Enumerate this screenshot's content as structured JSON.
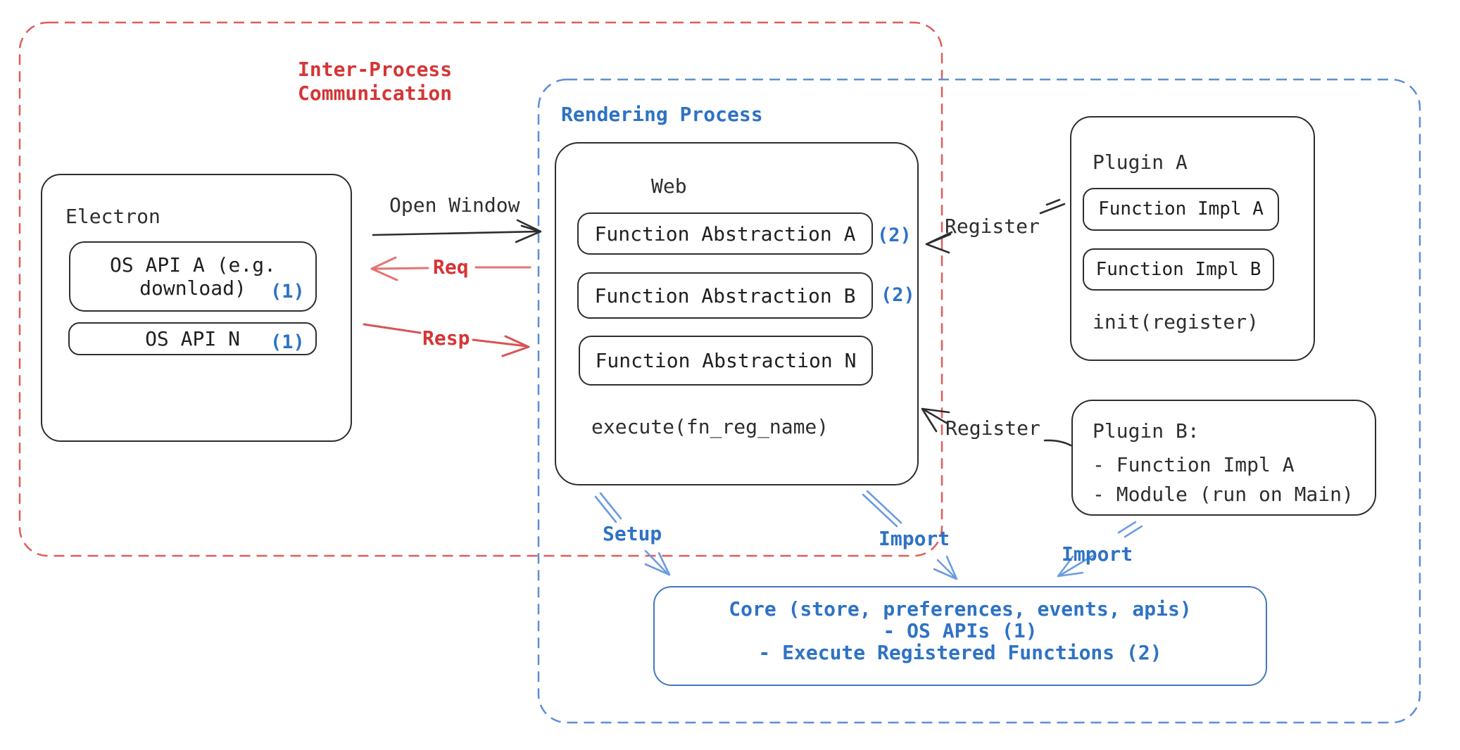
{
  "colors": {
    "ink": "#2e2e2e",
    "red_text": "#d53535",
    "red_arrow_light": "#e57373",
    "red_arrow": "#d95353",
    "red_dashed_border": "#e05c5c",
    "blue_text": "#2e72c5",
    "blue_arrow": "#6d9ce0",
    "blue_dashed_border": "#5b8ed6",
    "core_border": "#4677be",
    "background": "#ffffff"
  },
  "regions": {
    "ipc": {
      "title_line1": "Inter-Process",
      "title_line2": "Communication"
    },
    "rendering": {
      "title": "Rendering Process"
    }
  },
  "electron": {
    "title": "Electron",
    "api_a_line1": "OS API A (e.g.",
    "api_a_line2": "download)",
    "api_a_badge": "(1)",
    "api_n_label": "OS API N",
    "api_n_badge": "(1)"
  },
  "web": {
    "title": "Web",
    "abstraction_a": "Function Abstraction A",
    "abstraction_a_badge": "(2)",
    "abstraction_b": "Function Abstraction B",
    "abstraction_b_badge": "(2)",
    "abstraction_n": "Function Abstraction N",
    "execute": "execute(fn_reg_name)"
  },
  "plugin_a": {
    "title": "Plugin A",
    "impl_a": "Function Impl A",
    "impl_b": "Function Impl B",
    "init": "init(register)"
  },
  "plugin_b": {
    "title": "Plugin B:",
    "item_1": "- Function Impl A",
    "item_2": "- Module (run on Main)"
  },
  "core": {
    "line_1": "Core (store, preferences, events, apis)",
    "line_2": "- OS APIs (1)",
    "line_3": "- Execute Registered Functions (2)"
  },
  "labels": {
    "open_window": "Open Window",
    "req": "Req",
    "resp": "Resp",
    "register_plugin_a": "Register",
    "register_plugin_b": "Register",
    "setup": "Setup",
    "import_web": "Import",
    "import_plugin_b": "Import"
  }
}
